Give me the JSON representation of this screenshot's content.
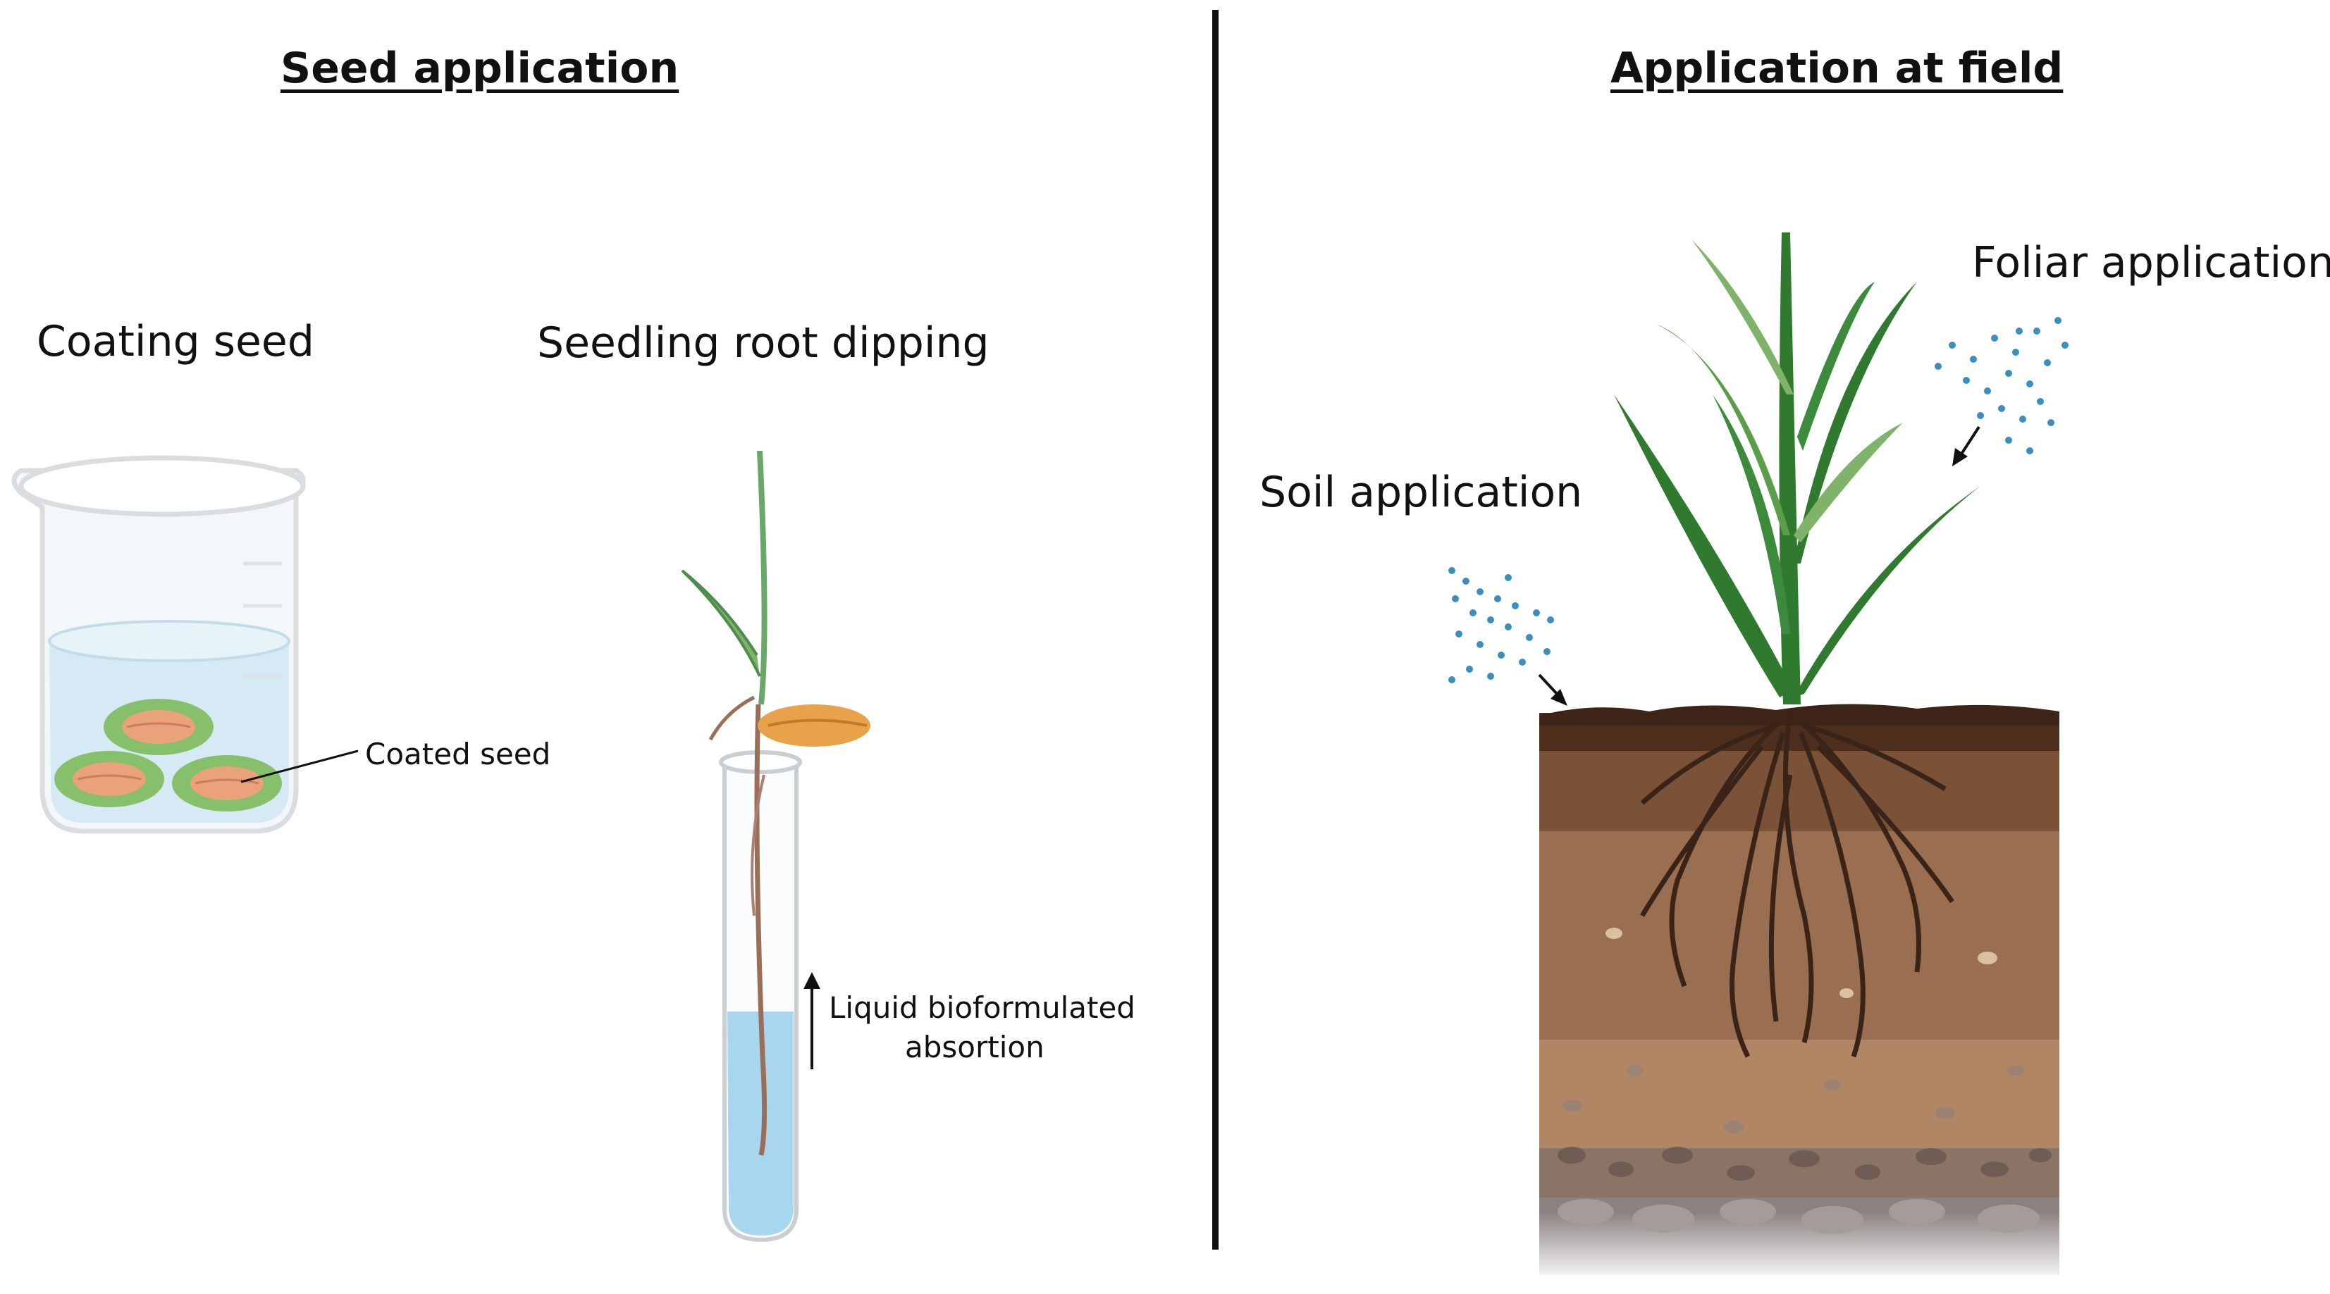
{
  "left_panel": {
    "title": "Seed application",
    "coating": {
      "label": "Coating seed",
      "callout": "Coated seed"
    },
    "dipping": {
      "label": "Seedling root dipping",
      "callout_line1": "Liquid bioformulated",
      "callout_line2": "absortion"
    }
  },
  "right_panel": {
    "title": "Application at field",
    "foliar_label": "Foliar application",
    "soil_label": "Soil application"
  },
  "colors": {
    "seed_coat": "#86c06a",
    "seed_body": "#e9a27a",
    "liquid": "#cde8f5",
    "leaf": "#2f7a2f",
    "droplets": "#3a8fc0",
    "soil_top": "#4e2f1e",
    "soil_mid": "#9a6e50",
    "soil_deep": "#b08664",
    "rock": "#8a8280"
  }
}
